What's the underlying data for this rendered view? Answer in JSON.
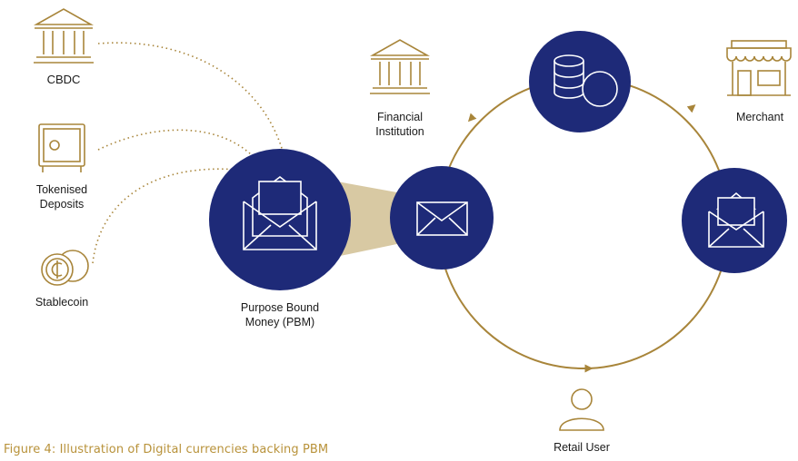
{
  "sources": {
    "cbdc": {
      "label": "CBDC",
      "icon": "bank-icon"
    },
    "tokenised_deposits": {
      "label_line1": "Tokenised",
      "label_line2": "Deposits",
      "icon": "safe-icon"
    },
    "stablecoin": {
      "label": "Stablecoin",
      "icon": "coin-icon"
    }
  },
  "pbm": {
    "label_line1": "Purpose Bound",
    "label_line2": "Money (PBM)",
    "icon": "envelope-icon"
  },
  "cycle": {
    "financial_institution": {
      "label_line1": "Financial",
      "label_line2": "Institution",
      "icon": "bank-icon"
    },
    "merchant": {
      "label": "Merchant",
      "icon": "storefront-icon"
    },
    "retail_user": {
      "label": "Retail User",
      "icon": "person-icon"
    },
    "nodes": [
      "coins-icon",
      "envelope-icon",
      "envelope-icon"
    ]
  },
  "caption": "Figure 4: Illustration of Digital currencies backing PBM",
  "colors": {
    "navy": "#1e2a78",
    "gold": "#a8853a",
    "beige": "#d8c9a3",
    "caption": "#b8923a"
  }
}
